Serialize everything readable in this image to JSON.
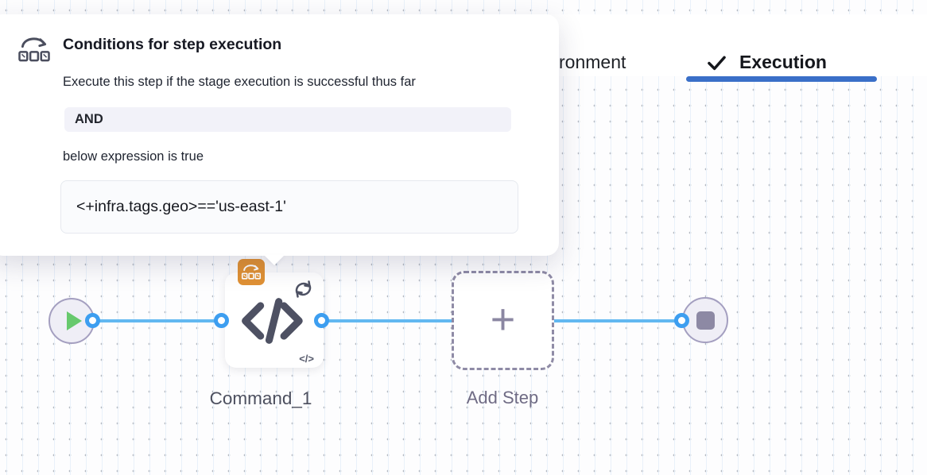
{
  "popover": {
    "icon": "conditional-execution-icon",
    "title": "Conditions for step execution",
    "description": "Execute this step if the stage execution is successful thus far",
    "operator": "AND",
    "condition_text": "below expression is true",
    "expression": "<+infra.tags.geo>=='us-east-1'"
  },
  "header": {
    "tab_left_partial": "ronment",
    "tab_active": "Execution",
    "active_tab_icon": "check-icon"
  },
  "pipeline": {
    "step_label": "Command_1",
    "add_step_label": "Add Step",
    "code_glyph": "</>",
    "code_glyph_small": "</>",
    "plus_glyph": "+",
    "start_icon": "play-icon",
    "end_icon": "stop-icon",
    "loop_icon": "looping-strategy-icon",
    "badge_icon": "conditional-execution-badge-icon"
  },
  "colors": {
    "accent_underline": "#3a6fc8",
    "flow_line": "#62b8f1",
    "connector_ring": "#3d9ef0",
    "badge_orange": "#e09134",
    "step_slate": "#4e5163",
    "node_fill": "#efeef6",
    "node_border": "#a49fc0",
    "play_green": "#67c96d",
    "stop_gray": "#8d89a4",
    "chip_bg": "#f2f2f9",
    "expression_bg": "#fafbfd"
  }
}
